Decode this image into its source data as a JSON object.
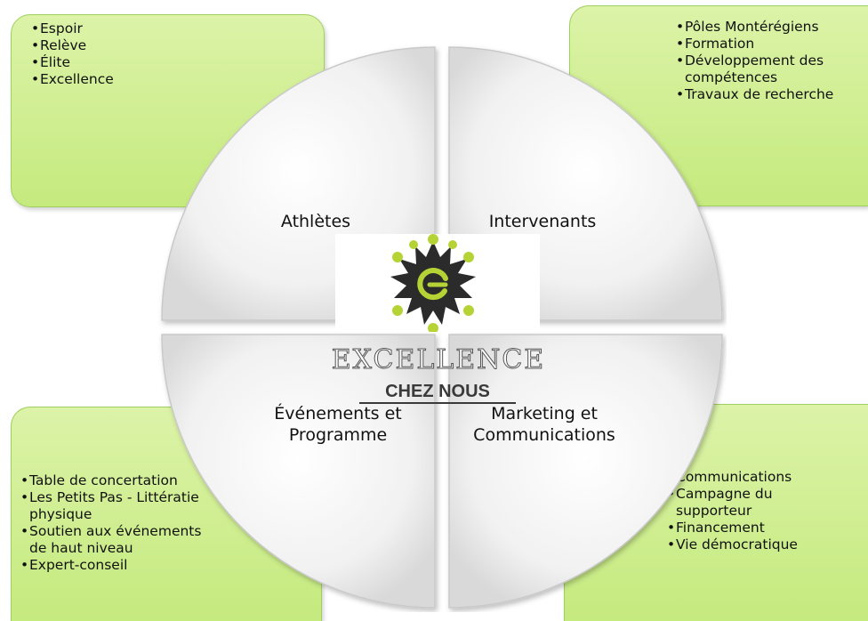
{
  "boxes": {
    "top_left": [
      "Espoir",
      "Relève",
      "Élite",
      "Excellence"
    ],
    "top_right": [
      "Pôles Montérégiens",
      "Formation",
      "Développement des compétences",
      "Travaux de recherche"
    ],
    "bottom_left": [
      "Table de concertation",
      "Les Petits Pas - Littératie physique",
      "Soutien aux événements de haut niveau",
      "Expert-conseil"
    ],
    "bottom_right": [
      "Communications",
      "Campagne du supporteur",
      "Financement",
      "Vie démocratique"
    ]
  },
  "quadrants": {
    "top_left": "Athlètes",
    "top_right": "Intervenants",
    "bottom_left": [
      "Événements et",
      "Programme"
    ],
    "bottom_right": [
      "Marketing et",
      "Communications"
    ]
  },
  "logo": {
    "word": "EXCELLENCE",
    "sub": "CHEZ NOUS",
    "accent_color": "#b5d334",
    "dark_color": "#2b2b2b"
  },
  "colors": {
    "box_fill": "#cdee8a",
    "box_border": "#9fcf5f",
    "wheel_fill": "#f2f2f2"
  }
}
